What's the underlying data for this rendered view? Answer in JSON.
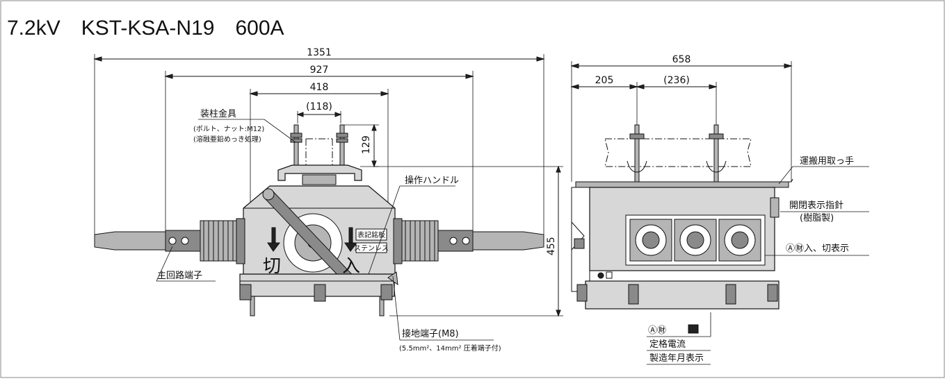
{
  "title": "7.2kV　KST-KSA-N19　600A",
  "dimensions": {
    "total_width": "1351",
    "terminal_span": "927",
    "body_width": "418",
    "bracket_width": "(118)",
    "bracket_height": "129",
    "overall_height": "455",
    "side_total": "658",
    "side_left": "205",
    "side_gap": "(236)"
  },
  "labels": {
    "mount_hardware": "装柱金具",
    "mount_note1": "(ボルト、ナット:M12)",
    "mount_note2": "(溶融亜鉛めっき処理)",
    "handle": "操作ハンドル",
    "main_terminal": "主回路端子",
    "ground_terminal": "接地端子(M8)",
    "ground_note": "(5.5mm²、14mm² 圧着端子付)",
    "carry_handle": "運搬用取っ手",
    "indicator": "開閉表示指針",
    "indicator_note": "(樹脂製)",
    "onoff_display": "Ⓐ㊖入、切表示",
    "nameplate": "表記銘板",
    "stainless": "ステンレス",
    "off_char": "切",
    "on_char": "入",
    "plate_mark": "Ⓐ㊖",
    "rated_current": "定格電流",
    "manufacture_date": "製造年月表示"
  }
}
